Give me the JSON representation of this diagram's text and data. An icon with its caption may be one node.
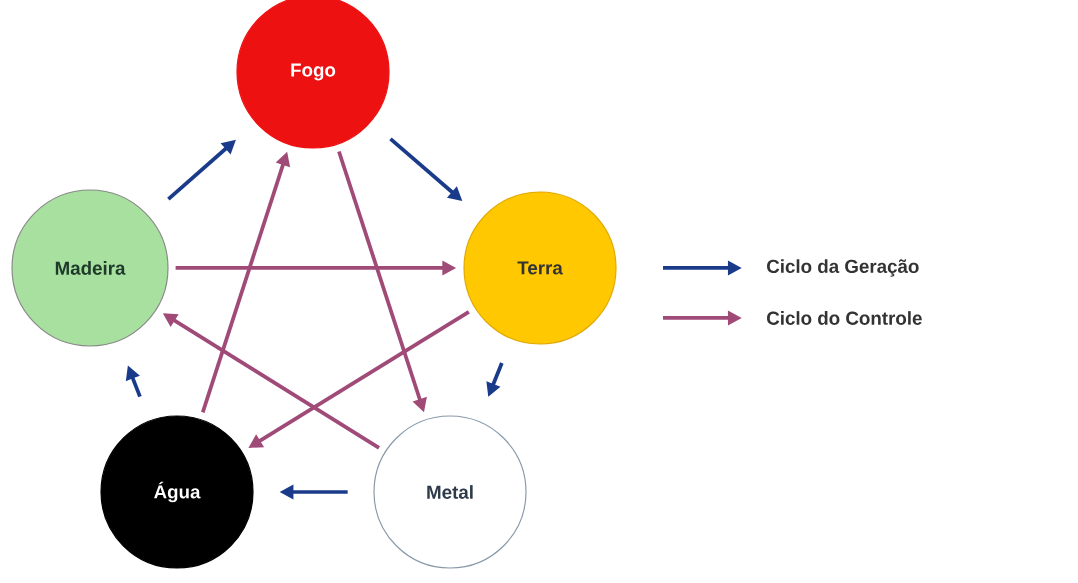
{
  "diagram": {
    "nodes": [
      {
        "text": [
          "Fogo"
        ]
      },
      {
        "text": [
          "Terra"
        ]
      },
      {
        "text": [
          "Metal"
        ]
      },
      {
        "text": [
          "Água"
        ]
      },
      {
        "text": [
          "Madeira"
        ]
      }
    ],
    "edges": [
      {
        "from": 4,
        "to": 0,
        "arrow": "to"
      },
      {
        "from": 0,
        "to": 1,
        "arrow": "to"
      },
      {
        "from": 1,
        "to": 2,
        "arrow": "to"
      },
      {
        "from": 2,
        "to": 3,
        "arrow": "to"
      },
      {
        "from": 3,
        "to": 4,
        "arrow": "to"
      },
      {
        "from": 4,
        "to": 1,
        "arrow": "to",
        "color": "#a04a78"
      },
      {
        "from": 1,
        "to": 3,
        "arrow": "to",
        "color": "#a04a78"
      },
      {
        "from": 3,
        "to": 0,
        "arrow": "to",
        "color": "#a04a78"
      },
      {
        "from": 0,
        "to": 2,
        "arrow": "to",
        "color": "#a04a78"
      },
      {
        "from": 2,
        "to": 4,
        "arrow": "to",
        "color": "#a04a78"
      }
    ],
    "legend": [
      {
        "text": "Ciclo da Geração"
      },
      {
        "text": "Ciclo do Controle"
      }
    ]
  }
}
